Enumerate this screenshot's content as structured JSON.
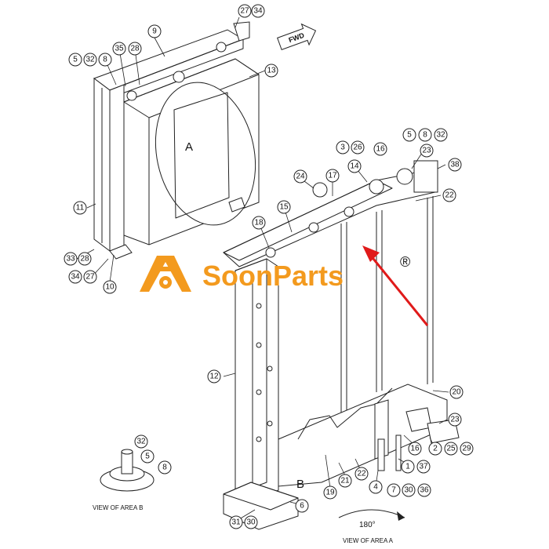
{
  "brand": {
    "name": "SoonParts",
    "registered_mark": "®",
    "color": "#f39a1e",
    "arrow_color": "#e01a1a"
  },
  "direction_label": "FWD",
  "area_labels": [
    "A",
    "B"
  ],
  "rotation_label": "180°",
  "view_captions": {
    "area_a": "VIEW OF AREA A",
    "area_b": "VIEW OF AREA B"
  },
  "callouts": [
    {
      "label": "27"
    },
    {
      "label": "34"
    },
    {
      "label": "9"
    },
    {
      "label": "35"
    },
    {
      "label": "28"
    },
    {
      "label": "5"
    },
    {
      "label": "32"
    },
    {
      "label": "8"
    },
    {
      "label": "13"
    },
    {
      "label": "11"
    },
    {
      "label": "33"
    },
    {
      "label": "28"
    },
    {
      "label": "34"
    },
    {
      "label": "27"
    },
    {
      "label": "10"
    },
    {
      "label": "3"
    },
    {
      "label": "26"
    },
    {
      "label": "16"
    },
    {
      "label": "5"
    },
    {
      "label": "8"
    },
    {
      "label": "32"
    },
    {
      "label": "23"
    },
    {
      "label": "14"
    },
    {
      "label": "17"
    },
    {
      "label": "24"
    },
    {
      "label": "38"
    },
    {
      "label": "22"
    },
    {
      "label": "15"
    },
    {
      "label": "18"
    },
    {
      "label": "12"
    },
    {
      "label": "20"
    },
    {
      "label": "23"
    },
    {
      "label": "16"
    },
    {
      "label": "2"
    },
    {
      "label": "25"
    },
    {
      "label": "29"
    },
    {
      "label": "1"
    },
    {
      "label": "37"
    },
    {
      "label": "19"
    },
    {
      "label": "21"
    },
    {
      "label": "22"
    },
    {
      "label": "4"
    },
    {
      "label": "7"
    },
    {
      "label": "30"
    },
    {
      "label": "36"
    },
    {
      "label": "6"
    },
    {
      "label": "31"
    },
    {
      "label": "30"
    },
    {
      "label": "32"
    },
    {
      "label": "5"
    },
    {
      "label": "8"
    }
  ]
}
